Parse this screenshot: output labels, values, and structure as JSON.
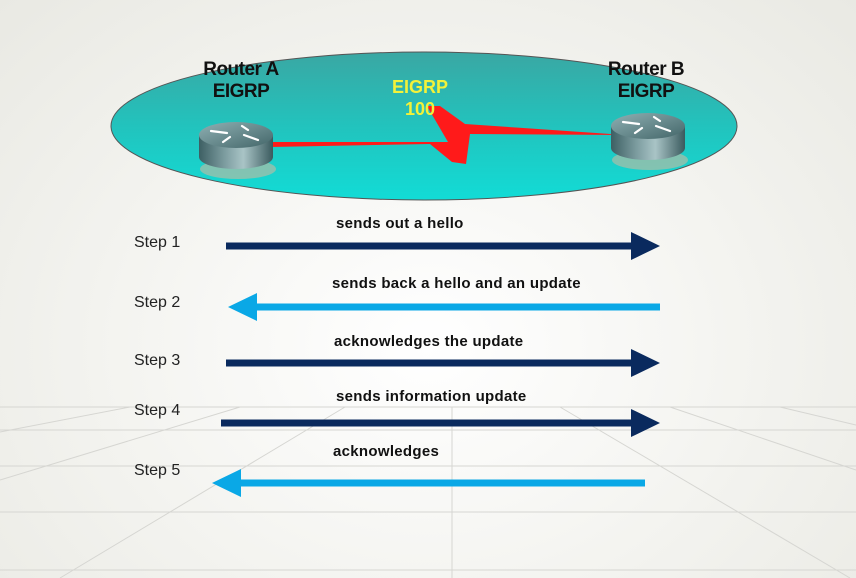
{
  "diagram": {
    "routers": [
      {
        "name": "Router A",
        "protocol": "EIGRP"
      },
      {
        "name": "Router B",
        "protocol": "EIGRP"
      }
    ],
    "autonomous_system": {
      "protocol": "EIGRP",
      "number": "100"
    },
    "colors": {
      "area_fill": "#1fc4c0",
      "serial_link": "#ff1a1a",
      "arrow_dark": "#0a2a5e",
      "arrow_light": "#0aa8e6",
      "as_label": "#f2f23a"
    },
    "steps": [
      {
        "label": "Step 1",
        "message": "sends out a hello",
        "direction": "A-to-B"
      },
      {
        "label": "Step 2",
        "message": "sends back a hello and an update",
        "direction": "B-to-A"
      },
      {
        "label": "Step 3",
        "message": "acknowledges the update",
        "direction": "A-to-B"
      },
      {
        "label": "Step 4",
        "message": "sends information update",
        "direction": "A-to-B"
      },
      {
        "label": "Step 5",
        "message": "acknowledges",
        "direction": "B-to-A"
      }
    ]
  }
}
